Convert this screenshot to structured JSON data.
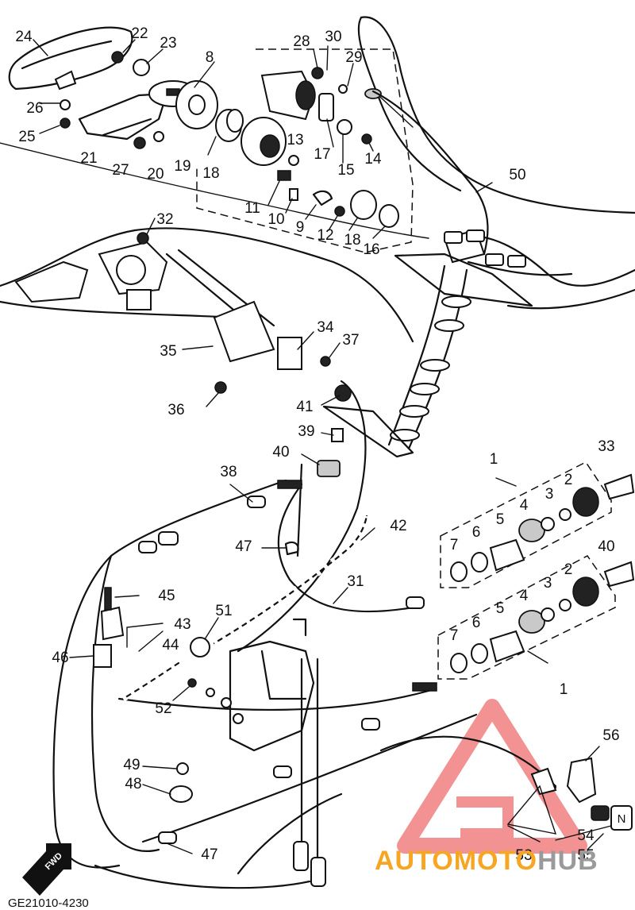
{
  "diagram": {
    "code": "GE21010-4230",
    "direction_label": "FWD",
    "brand": {
      "part1": "AUTOMOTO",
      "part2": "HUB",
      "color1": "#f6a623",
      "color2": "#9a9a9a",
      "logo_color": "#e83a3a"
    },
    "callouts": [
      "24",
      "22",
      "23",
      "28",
      "30",
      "29",
      "8",
      "26",
      "25",
      "21",
      "27",
      "20",
      "19",
      "18",
      "13",
      "17",
      "15",
      "14",
      "50",
      "11",
      "10",
      "9",
      "12",
      "18",
      "16",
      "32",
      "34",
      "37",
      "35",
      "36",
      "41",
      "39",
      "40",
      "33",
      "1",
      "2",
      "3",
      "4",
      "5",
      "6",
      "7",
      "38",
      "42",
      "47",
      "40",
      "2",
      "3",
      "4",
      "5",
      "6",
      "7",
      "31",
      "45",
      "51",
      "43",
      "44",
      "46",
      "52",
      "1",
      "56",
      "49",
      "48",
      "54",
      "53",
      "55",
      "47"
    ]
  }
}
